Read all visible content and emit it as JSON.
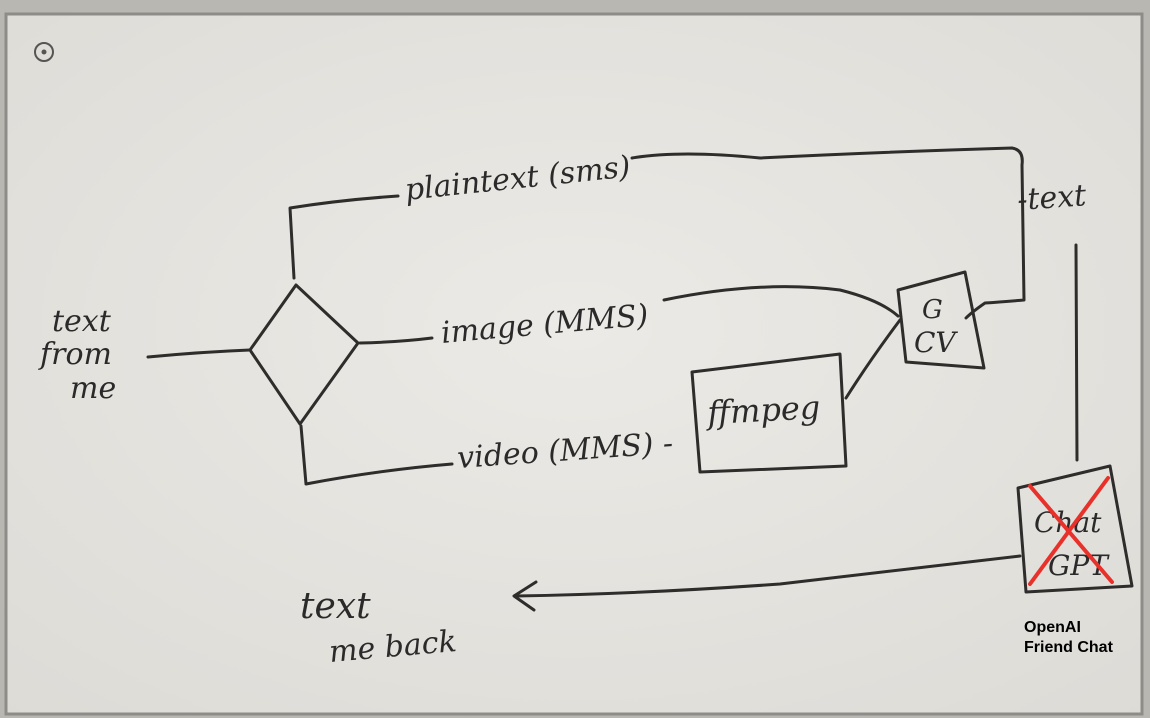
{
  "labels": {
    "input_line1": "text",
    "input_line2": "from",
    "input_line3": "me",
    "branch_plaintext": "plaintext (sms)",
    "branch_image": "image (MMS)",
    "branch_video": "video (MMS) -",
    "ffmpeg_box": "ffmpeg",
    "gcv_line1": "G",
    "gcv_line2": "CV",
    "text_label": "-text",
    "chatgpt_line1": "Chat",
    "chatgpt_line2": "GPT",
    "output_line1": "text",
    "output_line2": "me back"
  },
  "caption": {
    "line1": "OpenAI",
    "line2": "Friend Chat"
  },
  "colors": {
    "board": "#e9e8e4",
    "ink": "#2f2d2c",
    "cross_out": "#e8312a",
    "background": "#b9b7b2"
  }
}
